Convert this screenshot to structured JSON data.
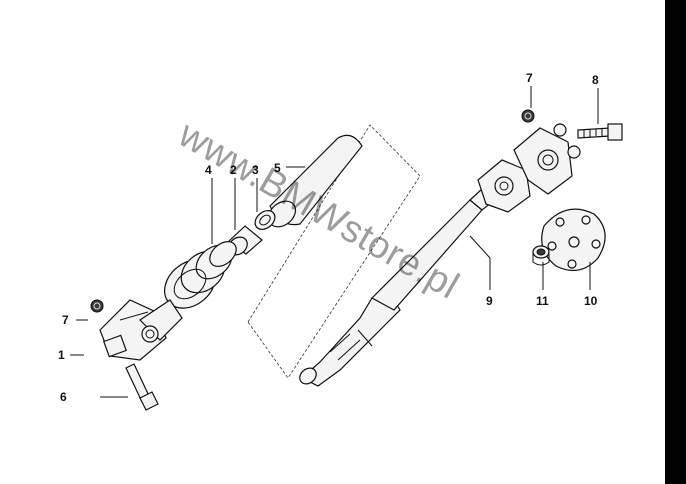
{
  "diagram": {
    "callouts": {
      "c1": "1",
      "c2": "2",
      "c3": "3",
      "c4": "4",
      "c5": "5",
      "c6": "6",
      "c7a": "7",
      "c7b": "7",
      "c8": "8",
      "c9": "9",
      "c10": "10",
      "c11": "11"
    },
    "watermark": "www.BMWstore.pl"
  },
  "colors": {
    "background": "#ffffff",
    "linework": "#111111",
    "edge_bar": "#000000"
  }
}
